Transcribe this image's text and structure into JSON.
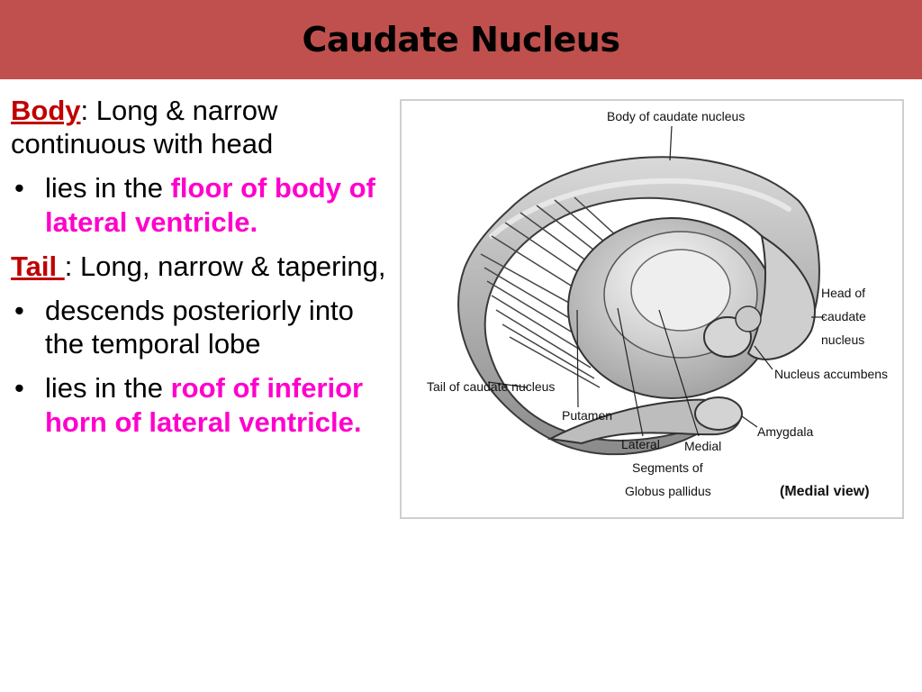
{
  "slide": {
    "title": "Caudate Nucleus"
  },
  "text": {
    "body_term": "Body",
    "body_desc": ": Long & narrow continuous with head",
    "body_bullet_prefix": "lies in the ",
    "body_bullet_highlight": "floor of body of lateral ventricle.",
    "tail_term": "Tail ",
    "tail_desc": ": Long, narrow & tapering,",
    "tail_bullet1": "descends posteriorly into the temporal lobe",
    "tail_bullet2_prefix": "lies in the ",
    "tail_bullet2_highlight": "roof of inferior horn of lateral ventricle."
  },
  "figure": {
    "labels": {
      "body": "Body of caudate nucleus",
      "head_1": "Head of",
      "head_2": "caudate",
      "head_3": "nucleus",
      "accumbens": "Nucleus accumbens",
      "tail": "Tail of caudate nucleus",
      "putamen": "Putamen",
      "amygdala": "Amygdala",
      "lateral": "Lateral",
      "medial": "Medial",
      "segments": "Segments of",
      "globus": "Globus pallidus",
      "view": "(Medial view)"
    }
  },
  "colors": {
    "title_bar": "#c0504d",
    "term": "#c00000",
    "highlight": "#ff00cc"
  }
}
